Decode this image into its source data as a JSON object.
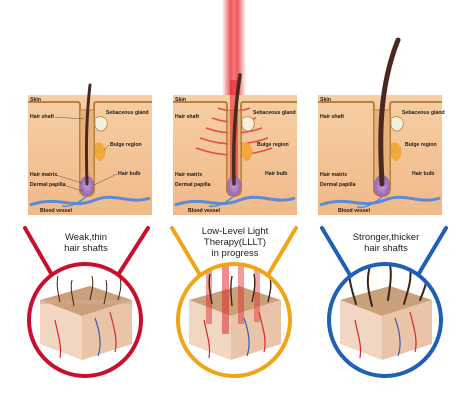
{
  "panels": [
    {
      "id": "before",
      "labels": {
        "skin": "Skin",
        "hair_shaft": "Hair shaft",
        "sebaceous_gland": "Sebaceous gland",
        "bulge_region": "Bulge region",
        "hair_matrix": "Hair matrix",
        "hair_bulb": "Hair bulb",
        "dermal_papilla": "Dermal papilla",
        "blood_vessel": "Blood vessel"
      },
      "caption_line1": "Weak,thin",
      "caption_line2": "hair shafts",
      "accent": "#c8102e"
    },
    {
      "id": "during",
      "labels": {
        "skin": "Skin",
        "hair_shaft": "Hair shaft",
        "sebaceous_gland": "Sebaceous gland",
        "bulge_region": "Bulge region",
        "hair_matrix": "Hair matrix",
        "hair_bulb": "Hair bulb",
        "dermal_papilla": "Dermal papilla",
        "blood_vessel": "Blood vessel"
      },
      "caption_line1": "Low-Level Light",
      "caption_line2": "Therapy(LLLT)",
      "caption_line3": "in progress",
      "accent": "#f0a518"
    },
    {
      "id": "after",
      "labels": {
        "skin": "Skin",
        "hair_shaft": "Hair shaft",
        "sebaceous_gland": "Sebaceous gland",
        "bulge_region": "Bulge region",
        "hair_matrix": "Hair matrix",
        "hair_bulb": "Hair bulb",
        "dermal_papilla": "Dermal papilla",
        "blood_vessel": "Blood vessel"
      },
      "caption_line1": "Stronger,thicker",
      "caption_line2": "hair shafts",
      "accent": "#1f5fb5"
    }
  ],
  "colors": {
    "skin": "#f4c79a",
    "skin_dark": "#e8a873",
    "dermis": "#f9d9b6",
    "follicle": "#d9a06a",
    "hair": "#4a2a20",
    "bulge": "#f2a93b",
    "vessel": "#5b8bd4",
    "laser": "#e0252b"
  }
}
